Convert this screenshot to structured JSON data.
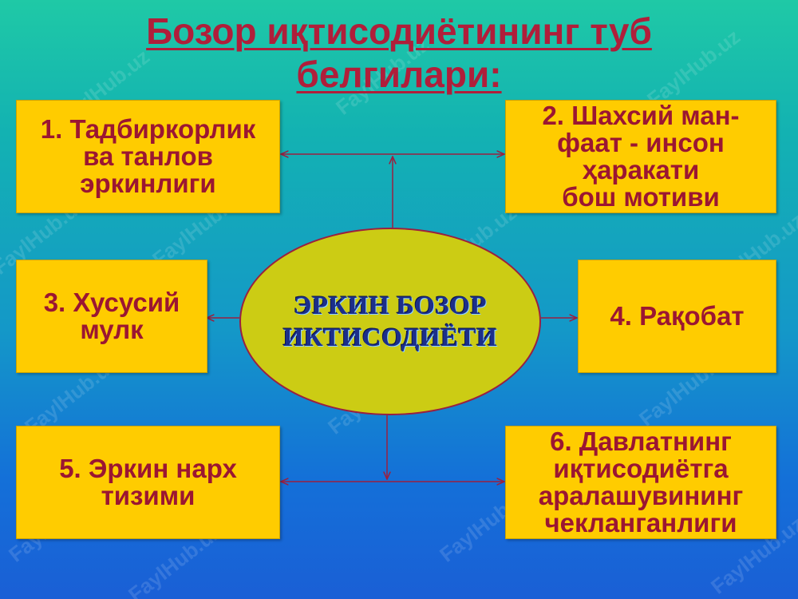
{
  "title": {
    "line1": "Бозор иқтисодиётининг туб",
    "line2": "белгилари:"
  },
  "center": {
    "line1": "ЭРКИН БОЗОР",
    "line2": "ИКТИСОДИЁТИ"
  },
  "boxes": [
    {
      "lines": [
        "1. Тадбиркорлик",
        "ва танлов",
        "эркинлиги"
      ]
    },
    {
      "lines": [
        "2. Шахсий ман-",
        "фаат - инсон",
        "ҳаракати",
        "бош мотиви"
      ]
    },
    {
      "lines": [
        "3. Хусусий",
        "мулк"
      ]
    },
    {
      "lines": [
        "4. Рақобат"
      ]
    },
    {
      "lines": [
        "5. Эркин нарх",
        "тизими"
      ]
    },
    {
      "lines": [
        "6. Давлатнинг",
        "иқтисодиётга",
        "аралашувининг",
        "чекланганлиги"
      ]
    }
  ],
  "watermark": "FaylHub.uz",
  "colors": {
    "title": "#b01e3a",
    "box_fill": "#ffcc00",
    "box_text": "#9b1632",
    "ellipse_fill": "#cccc14",
    "ellipse_text": "#1c2f8a",
    "connector": "#9a2040"
  }
}
